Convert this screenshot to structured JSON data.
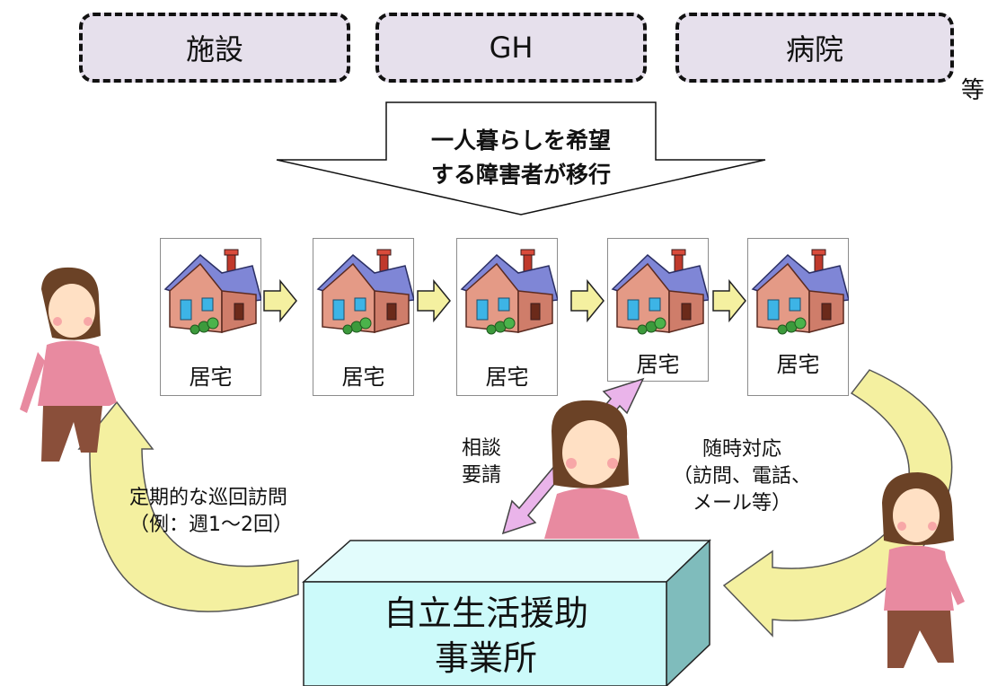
{
  "sources": {
    "facility": "施設",
    "group_home": "GH",
    "hospital": "病院",
    "etc": "等"
  },
  "transition": {
    "line1": "一人暮らしを希望",
    "line2": "する障害者が移行"
  },
  "homes": [
    "居宅",
    "居宅",
    "居宅",
    "居宅",
    "居宅"
  ],
  "request": {
    "line1": "相談",
    "line2": "要請"
  },
  "response": {
    "line1": "随時対応",
    "line2": "（訪問、電話、",
    "line3": "メール等）"
  },
  "patrol": {
    "line1": "定期的な巡回訪問",
    "line2": "（例：週1～2回）"
  },
  "office": {
    "line1": "自立生活援助",
    "line2": "事業所"
  },
  "colors": {
    "source_fill": "#e6e0ec",
    "arrow_yellow": "#f4f0a0",
    "arrow_pink": "#eab4ea",
    "office_fill": "#ccfafa",
    "office_side": "#7fbcbc"
  }
}
